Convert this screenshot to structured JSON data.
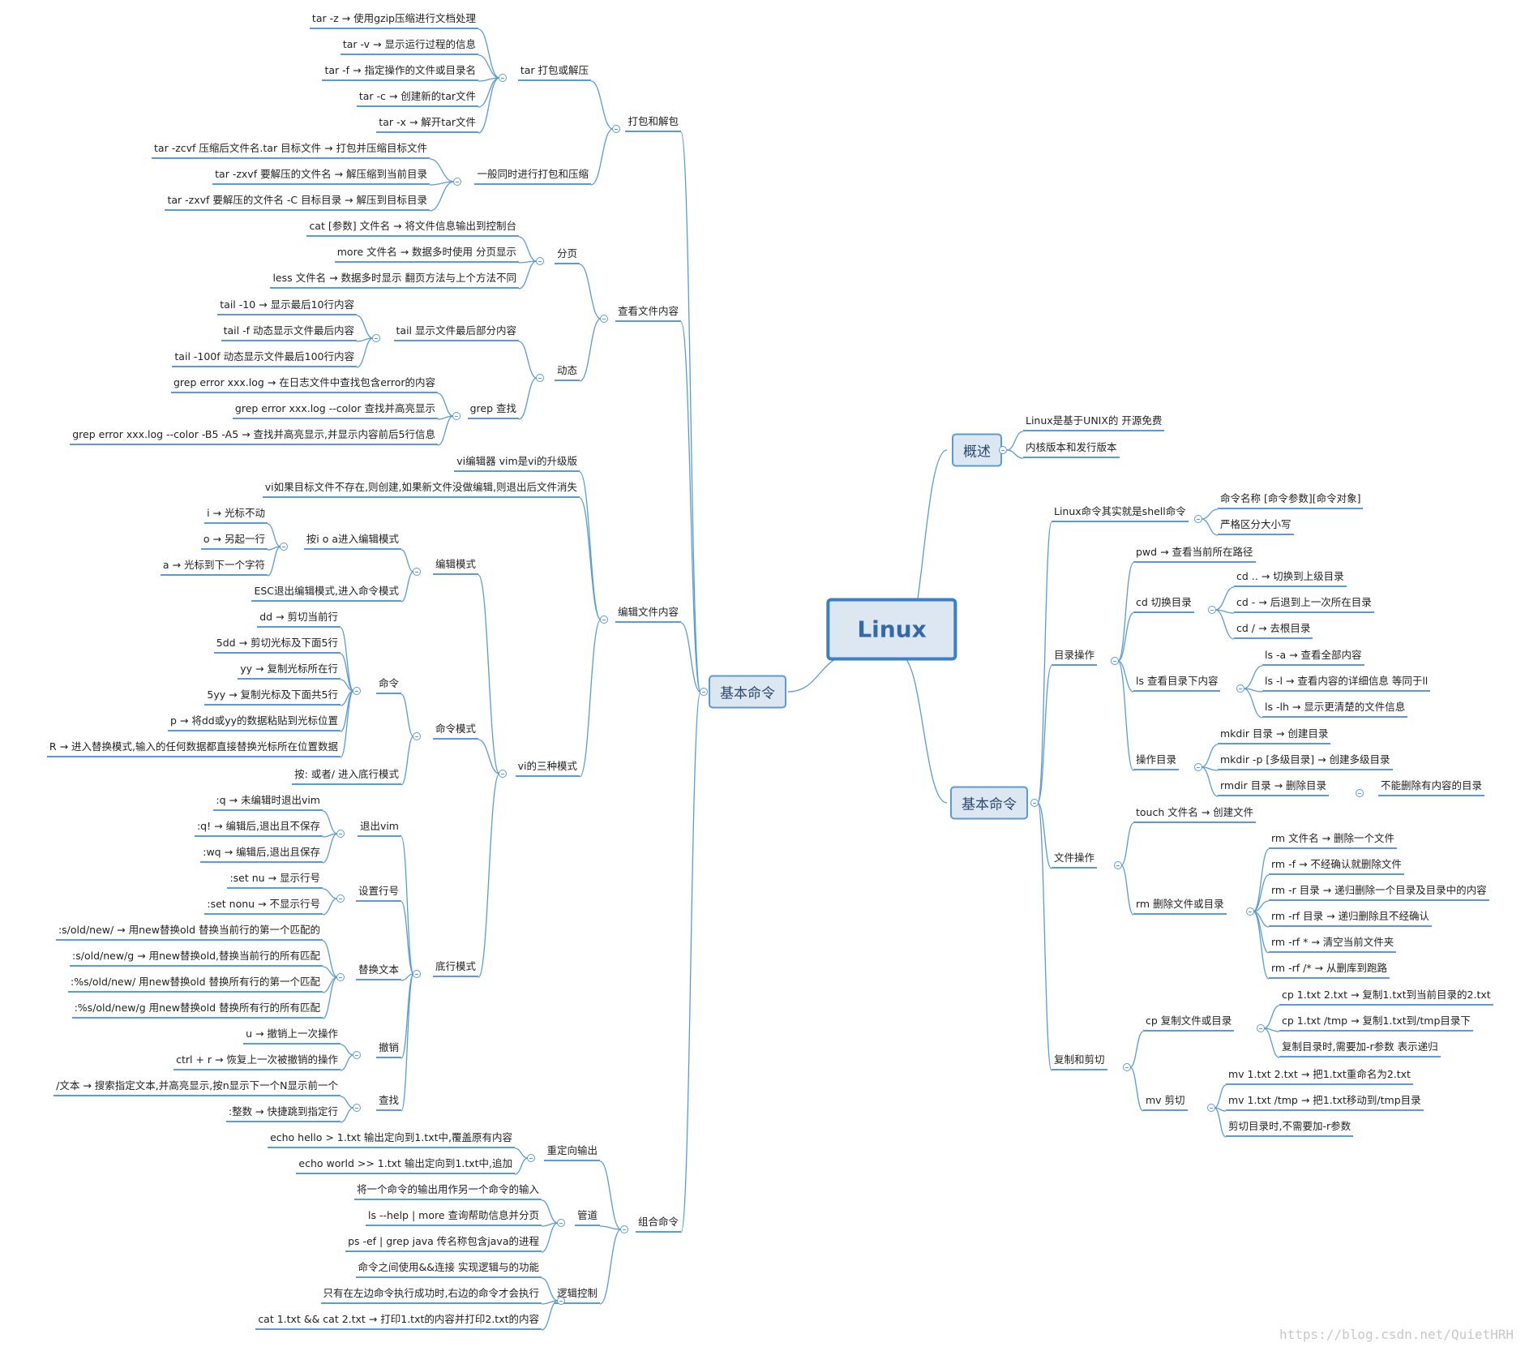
{
  "root": "Linux",
  "branches": {
    "overview": {
      "label": "概述",
      "children": [
        "Linux是基于UNIX的 开源免费",
        "内核版本和发行版本"
      ]
    },
    "right_basic": {
      "label": "基本命令",
      "shell": {
        "label": "Linux命令其实就是shell命令",
        "children": [
          "命令名称 [命令参数][命令对象]",
          "严格区分大小写"
        ]
      },
      "dir": {
        "label": "目录操作",
        "pwd": "pwd  →  查看当前所在路径",
        "cd": {
          "label": "cd 切换目录",
          "children": [
            "cd ..   →   切换到上级目录",
            "cd -   →   后退到上一次所在目录",
            "cd /   →   去根目录"
          ]
        },
        "ls": {
          "label": "ls 查看目录下内容",
          "children": [
            "ls -a   →   查看全部内容",
            "ls -l   →   查看内容的详细信息 等同于ll",
            "ls -lh   →   显示更清楚的文件信息"
          ]
        },
        "op": {
          "label": "操作目录",
          "children": [
            "mkdir 目录   →   创建目录",
            "mkdir -p [多级目录]   →   创建多级目录",
            "rmdir 目录   →   删除目录"
          ],
          "note": "不能删除有内容的目录"
        }
      },
      "file": {
        "label": "文件操作",
        "touch": "touch 文件名   →   创建文件",
        "rm": {
          "label": "rm 删除文件或目录",
          "children": [
            "rm 文件名   →   删除一个文件",
            "rm -f   →   不经确认就删除文件",
            "rm -r 目录   →   递归删除一个目录及目录中的内容",
            "rm -rf 目录   →   递归删除且不经确认",
            "rm -rf *   →   清空当前文件夹",
            "rm -rf /*   →   从删库到跑路"
          ]
        }
      },
      "copy": {
        "label": "复制和剪切",
        "cp": {
          "label": "cp 复制文件或目录",
          "children": [
            "cp 1.txt 2.txt   →   复制1.txt到当前目录的2.txt",
            "cp 1.txt /tmp   →   复制1.txt到/tmp目录下",
            "复制目录时,需要加-r参数 表示递归"
          ]
        },
        "mv": {
          "label": "mv 剪切",
          "children": [
            "mv 1.txt 2.txt   →   把1.txt重命名为2.txt",
            "mv 1.txt /tmp   →   把1.txt移动到/tmp目录",
            "剪切目录时,不需要加-r参数"
          ]
        }
      }
    },
    "left_basic": {
      "label": "基本命令",
      "pack": {
        "label": "打包和解包",
        "tar": {
          "label": "tar  打包或解压",
          "children": [
            "tar -z   →   使用gzip压缩进行文档处理",
            "tar -v   →   显示运行过程的信息",
            "tar -f   →   指定操作的文件或目录名",
            "tar -c   →   创建新的tar文件",
            "tar -x   →   解开tar文件"
          ]
        },
        "both": {
          "label": "一般同时进行打包和压缩",
          "children": [
            "tar -zcvf 压缩后文件名.tar 目标文件  → 打包并压缩目标文件",
            "tar -zxvf  要解压的文件名   →   解压缩到当前目录",
            "tar -zxvf 要解压的文件名 -C 目标目录   →   解压到目标目录"
          ]
        }
      },
      "view": {
        "label": "查看文件内容",
        "page": {
          "label": "分页",
          "children": [
            "cat [参数] 文件名   →   将文件信息输出到控制台",
            "more 文件名   →   数据多时使用 分页显示",
            "less 文件名   →   数据多时显示 翻页方法与上个方法不同"
          ]
        },
        "dyn": {
          "label": "动态",
          "tail": {
            "label": "tail 显示文件最后部分内容",
            "children": [
              "tail -10   →   显示最后10行内容",
              "tail -f 动态显示文件最后内容",
              "tail -100f 动态显示文件最后100行内容"
            ]
          },
          "grep": {
            "label": "grep 查找",
            "children": [
              "grep error xxx.log   →   在日志文件中查找包含error的内容",
              "grep error xxx.log --color 查找并高亮显示",
              "grep error xxx.log --color -B5 -A5   →   查找并高亮显示,并显示内容前后5行信息"
            ]
          }
        }
      },
      "edit": {
        "label": "编辑文件内容",
        "intro": [
          "vi编辑器 vim是vi的升级版",
          "vi如果目标文件不存在,则创建,如果新文件没做编辑,则退出后文件消失"
        ],
        "modes": {
          "label": "vi的三种模式",
          "editmode": {
            "label": "编辑模式",
            "ioa": {
              "label": "按i o a进入编辑模式",
              "children": [
                "i   →   光标不动",
                "o   →   另起一行",
                "a   →   光标到下一个字符"
              ]
            },
            "esc": "ESC退出编辑模式,进入命令模式"
          },
          "cmdmode": {
            "label": "命令模式",
            "cmd": {
              "label": "命令",
              "children": [
                "dd   →   剪切当前行",
                "5dd   →   剪切光标及下面5行",
                "yy   →   复制光标所在行",
                "5yy   →   复制光标及下面共5行",
                "p   →   将dd或yy的数据粘贴到光标位置",
                "R   →   进入替换模式,输入的任何数据都直接替换光标所在位置数据"
              ]
            },
            "colon": "按: 或者/ 进入底行模式"
          },
          "bottom": {
            "label": "底行模式",
            "quit": {
              "label": "退出vim",
              "children": [
                ":q   →   未编辑时退出vim",
                ":q!   →   编辑后,退出且不保存",
                ":wq   →   编辑后,退出且保存"
              ]
            },
            "nu": {
              "label": "设置行号",
              "children": [
                ":set nu   →   显示行号",
                ":set nonu   →   不显示行号"
              ]
            },
            "rep": {
              "label": "替换文本",
              "children": [
                ":s/old/new/   →   用new替换old 替换当前行的第一个匹配的",
                ":s/old/new/g   →   用new替换old,替换当前行的所有匹配",
                ":%s/old/new/ 用new替换old 替换所有行的第一个匹配",
                ":%s/old/new/g 用new替换old 替换所有行的所有匹配"
              ]
            },
            "undo": {
              "label": "撤销",
              "children": [
                "u   →   撤销上一次操作",
                "ctrl + r   →   恢复上一次被撤销的操作"
              ]
            },
            "find": {
              "label": "查找",
              "children": [
                "/文本   →   搜索指定文本,并高亮显示,按n显示下一个N显示前一个",
                ":整数   →   快捷跳到指定行"
              ]
            }
          }
        }
      },
      "combo": {
        "label": "组合命令",
        "redir": {
          "label": "重定向输出",
          "children": [
            "echo hello > 1.txt 输出定向到1.txt中,覆盖原有内容",
            "echo world >> 1.txt 输出定向到1.txt中,追加"
          ]
        },
        "pipe": {
          "label": "管道",
          "children": [
            "将一个命令的输出用作另一个命令的输入",
            "ls --help | more 查询帮助信息并分页",
            "ps -ef | grep java 传名称包含java的进程"
          ]
        },
        "logic": {
          "label": "逻辑控制",
          "children": [
            "命令之间使用&&连接 实现逻辑与的功能",
            "只有在左边命令执行成功时,右边的命令才会执行",
            "cat 1.txt && cat 2.txt   →   打印1.txt的内容并打印2.txt的内容"
          ]
        }
      }
    }
  },
  "watermark": "https://blog.csdn.net/QuietHRH",
  "colors": {
    "line": "#5b9bd5",
    "box_fill": "#dde7f2",
    "root_border": "#3a7fc8"
  }
}
